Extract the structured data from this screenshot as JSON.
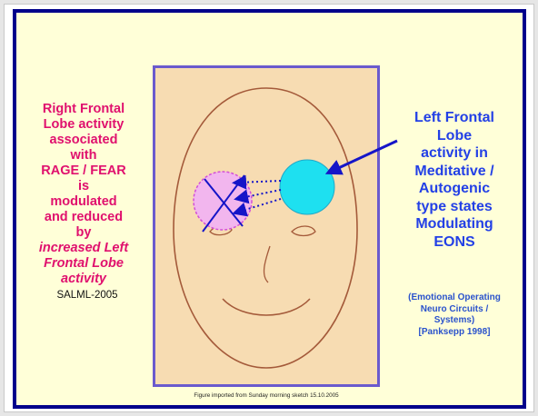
{
  "left_panel": {
    "lines": [
      "Right Frontal",
      "Lobe activity",
      "associated",
      "with",
      "RAGE / FEAR",
      "is",
      "modulated",
      "and reduced",
      "by"
    ],
    "emphasis_lines": [
      "increased Left",
      "Frontal Lobe",
      "activity"
    ],
    "color": "#e0106e"
  },
  "credit": "SALML-2005",
  "right_panel": {
    "title_lines": [
      "Left Frontal",
      "Lobe",
      "activity in",
      "Meditative /",
      "Autogenic",
      "type states",
      "Modulating",
      "EONS"
    ],
    "note_lines": [
      "(Emotional Operating",
      "Neuro Circuits /",
      "Systems)",
      "[Panksepp 1998]"
    ],
    "color": "#2340e6"
  },
  "caption": "Figure imported from Sunday morning sketch 15.10.2005",
  "colors": {
    "slide_border": "#00008b",
    "slide_background": "#ffffd8",
    "left_lobe_fill": "#1ee0f0",
    "right_lobe_fill": "#f2b6ee",
    "arrow": "#1515c8"
  }
}
